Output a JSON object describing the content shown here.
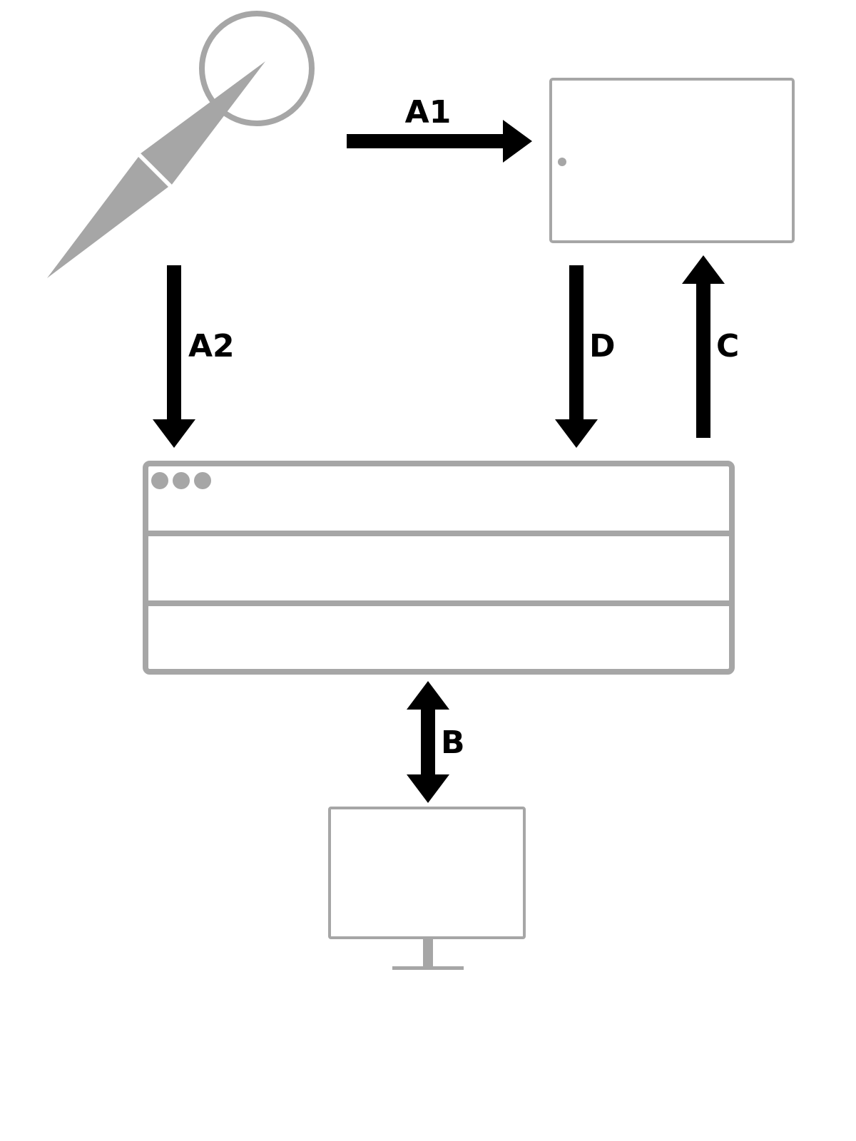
{
  "colors": {
    "outline": "#a6a6a6",
    "arrow": "#000000",
    "background": "#ffffff"
  },
  "icons": {
    "pen": "pen-tool-icon",
    "tablet": "tablet-icon",
    "server": "server-rack-icon",
    "monitor": "monitor-icon"
  },
  "arrows": {
    "a1": "A1",
    "a2": "A2",
    "b": "B",
    "c": "C",
    "d": "D"
  }
}
